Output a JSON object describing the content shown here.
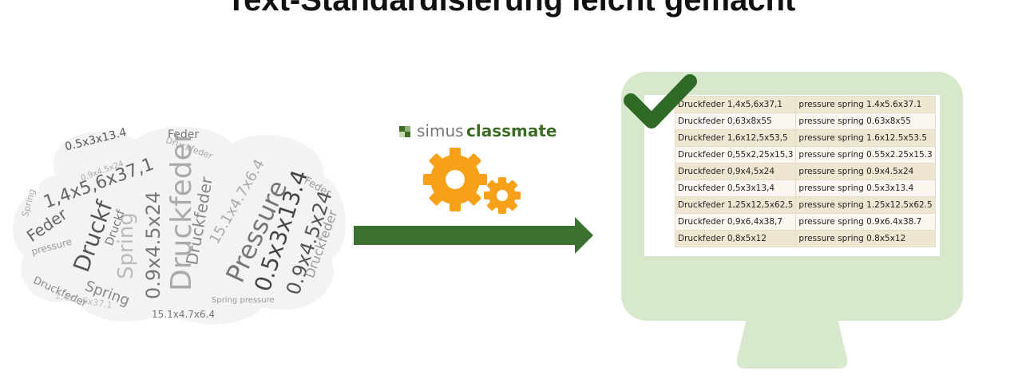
{
  "title": "Text-Standardisierung leicht gemacht",
  "brand": {
    "name_light": "simus",
    "name_bold": "classmate",
    "logo_colors": [
      "#3d6b26",
      "#8fb27a",
      "#c9d9bc",
      "#3d6b26"
    ]
  },
  "icons": {
    "gears": "gears-icon",
    "arrow": "arrow-right-icon",
    "monitor": "monitor-icon",
    "check": "checkmark-icon"
  },
  "colors": {
    "accent_green": "#3b7130",
    "gear_orange": "#f7a11a",
    "monitor_green": "#d8e8cc",
    "check_green": "#2f6a26"
  },
  "word_cloud": [
    {
      "t": "0.5x3x13.4",
      "c": "#555"
    },
    {
      "t": "Feder",
      "c": "#777"
    },
    {
      "t": "1,4x5,6x37,1",
      "c": "#666"
    },
    {
      "t": "Druckfeder",
      "c": "#aaa"
    },
    {
      "t": "0.9x4.5x24",
      "c": "#777"
    },
    {
      "t": "Spring",
      "c": "#bbb"
    },
    {
      "t": "Druckf",
      "c": "#555"
    },
    {
      "t": "Pressure",
      "c": "#777"
    },
    {
      "t": "0.5x3x13.4",
      "c": "#444"
    },
    {
      "t": "Druckfeder",
      "c": "#888"
    },
    {
      "t": "0.9x4.5x24",
      "c": "#555"
    },
    {
      "t": "15.1x4.7x6.4",
      "c": "#aaa"
    },
    {
      "t": "Spring",
      "c": "#888"
    },
    {
      "t": "Feder",
      "c": "#666"
    },
    {
      "t": "Druckfeder",
      "c": "#999"
    },
    {
      "t": "pressure",
      "c": "#999"
    },
    {
      "t": "Druckfeder",
      "c": "#888"
    },
    {
      "t": "1.4x5.6x37.1",
      "c": "#bbb"
    },
    {
      "t": "Druckf",
      "c": "#777"
    },
    {
      "t": "Spring",
      "c": "#aaa"
    },
    {
      "t": "Feder",
      "c": "#999"
    },
    {
      "t": "15.1x4.7x6.4",
      "c": "#777"
    },
    {
      "t": "Druckfeder",
      "c": "#aaa"
    },
    {
      "t": "Spring pressure",
      "c": "#999"
    },
    {
      "t": "0.9x4.5x24",
      "c": "#aaa"
    }
  ],
  "table": {
    "rows": [
      {
        "de": "Druckfeder 1,4x5,6x37,1",
        "en": "pressure spring 1.4x5.6x37.1"
      },
      {
        "de": "Druckfeder 0,63x8x55",
        "en": "pressure spring 0.63x8x55"
      },
      {
        "de": "Druckfeder 1,6x12,5x53,5",
        "en": "pressure spring 1.6x12.5x53.5"
      },
      {
        "de": "Druckfeder 0,55x2,25x15,3",
        "en": "pressure spring 0.55x2.25x15.3"
      },
      {
        "de": "Druckfeder 0,9x4,5x24",
        "en": "pressure spring 0.9x4.5x24"
      },
      {
        "de": "Druckfeder 0,5x3x13,4",
        "en": "pressure spring 0.5x3x13.4"
      },
      {
        "de": "Druckfeder 1,25x12,5x62,5",
        "en": "pressure spring 1.25x12.5x62.5"
      },
      {
        "de": "Druckfeder 0,9x6,4x38,7",
        "en": "pressure spring 0.9x6.4x38.7"
      },
      {
        "de": "Druckfeder 0,8x5x12",
        "en": "pressure spring 0.8x5x12"
      }
    ]
  }
}
